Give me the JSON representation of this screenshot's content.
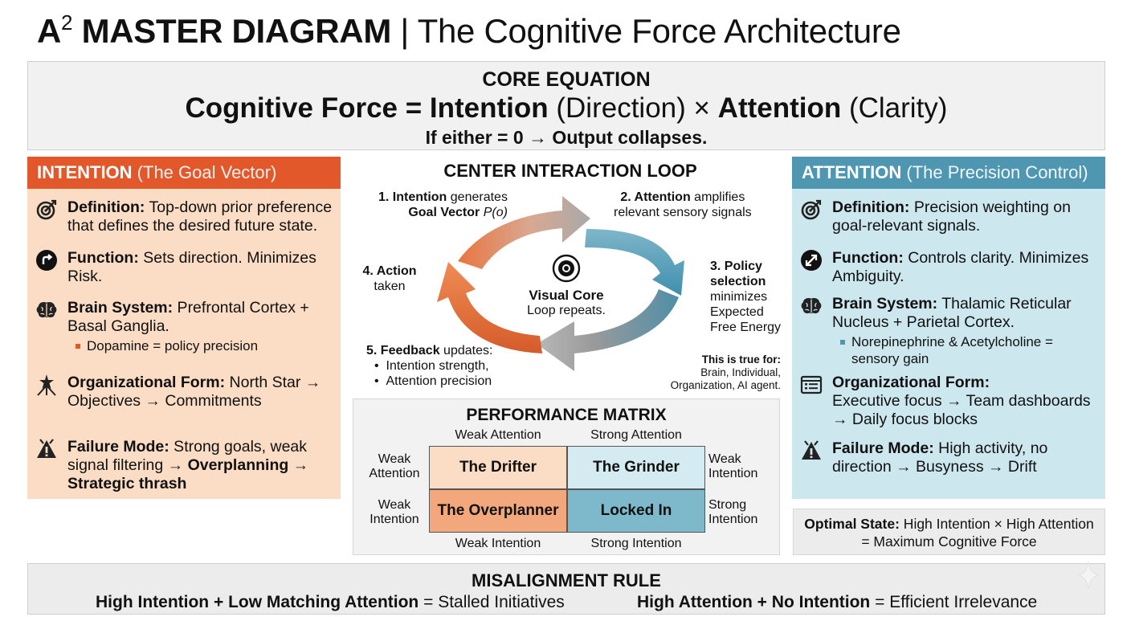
{
  "title": {
    "bold": "A",
    "sup": "2",
    "bold_rest": " MASTER DIAGRAM",
    "separator": " | ",
    "subtitle": "The Cognitive Force Architecture"
  },
  "core": {
    "heading": "CORE EQUATION",
    "eq_left": "Cognitive Force = ",
    "eq_term1": "Intention",
    "eq_term1_note": " (Direction) × ",
    "eq_term2": "Attention",
    "eq_term2_note": " (Clarity)",
    "collapse": "If either = 0 → Output collapses."
  },
  "intention": {
    "header_bold": "INTENTION",
    "header_lite": " (The Goal Vector)",
    "items": [
      {
        "icon": "target-icon",
        "label": "Definition:",
        "text": " Top-down prior preference that defines the desired future state."
      },
      {
        "icon": "direction-arrow-icon",
        "label": "Function:",
        "text": " Sets direction. Minimizes Risk."
      },
      {
        "icon": "brain-icon",
        "label": "Brain System:",
        "text": " Prefrontal Cortex + Basal Ganglia.",
        "bullet": "Dopamine = policy precision"
      },
      {
        "icon": "north-star-icon",
        "label": "Organizational Form:",
        "text": " North Star → Objectives → Commitments"
      },
      {
        "icon": "failure-warning-icon",
        "label": "Failure Mode:",
        "text": " Strong goals, weak signal filtering → ",
        "bold2": "Overplanning",
        "text2": " → ",
        "bold3": "Strategic thrash"
      }
    ]
  },
  "attention": {
    "header_bold": "ATTENTION",
    "header_lite": " (The Precision Control)",
    "items": [
      {
        "icon": "target-icon",
        "label": "Definition:",
        "text": " Precision weighting on goal-relevant signals."
      },
      {
        "icon": "focus-arrow-icon",
        "label": "Function:",
        "text": " Controls clarity. Minimizes Ambiguity."
      },
      {
        "icon": "brain-icon",
        "label": "Brain System:",
        "text": " Thalamic Reticular Nucleus + Parietal Cortex.",
        "bullet": "Norepinephrine & Acetylcholine = sensory gain"
      },
      {
        "icon": "dashboard-icon",
        "label": "Organizational Form:",
        "text": " Executive focus → Team dashboards → Daily focus blocks"
      },
      {
        "icon": "failure-warning-icon",
        "label": "Failure Mode:",
        "text": " High activity, no direction → Busyness → Drift"
      }
    ]
  },
  "loop": {
    "title": "CENTER INTERACTION LOOP",
    "step1_bold": "1. Intention",
    "step1_rest": " generates",
    "step1_line2_bold": "Goal Vector ",
    "step1_line2_math": "P(o)",
    "step2_bold": "2. Attention",
    "step2_rest": " amplifies",
    "step2_line2": "relevant sensory signals",
    "step3_bold1": "3. Policy",
    "step3_bold2": "selection",
    "step3_l3": "minimizes",
    "step3_l4": "Expected",
    "step3_l5": "Free Energy",
    "step4_bold": "4. Action",
    "step4_l2": "taken",
    "step5_bold": "5. Feedback",
    "step5_rest": " updates:",
    "step5_b1": "Intention strength,",
    "step5_b2": "Attention precision",
    "core_bold": "Visual Core",
    "core_sub": "Loop repeats.",
    "true_for_bold": "This is true for:",
    "true_for_l2": "Brain, Individual,",
    "true_for_l3": "Organization, AI agent."
  },
  "matrix": {
    "title": "PERFORMANCE MATRIX",
    "top_left": "Weak Attention",
    "top_right": "Strong Attention",
    "bottom_left": "Weak Intention",
    "bottom_right": "Strong Intention",
    "left_row1_l1": "Weak",
    "left_row1_l2": "Attention",
    "left_row2_l1": "Weak",
    "left_row2_l2": "Intention",
    "right_row1_l1": "Weak",
    "right_row1_l2": "Intention",
    "right_row2_l1": "Strong",
    "right_row2_l2": "Intention",
    "cells": [
      "The Drifter",
      "The Grinder",
      "The Overplanner",
      "Locked In"
    ],
    "colors": {
      "drifter": "#fbdcc5",
      "grinder": "#d3ebf1",
      "overplanner": "#f3a77c",
      "locked_in": "#7db8cb"
    }
  },
  "optimal": {
    "label": "Optimal State:",
    "line1_rest": " High Intention × High Attention",
    "line2": "= Maximum Cognitive Force"
  },
  "misalignment": {
    "heading": "MISALIGNMENT RULE",
    "rule1_bold": "High Intention + Low Matching Attention",
    "rule1_rest": " = Stalled Initiatives",
    "rule2_bold": "High Attention + No Intention",
    "rule2_rest": " = Efficient Irrelevance"
  },
  "colors": {
    "intention_accent": "#e3582a",
    "intention_bg": "#fbdcc5",
    "attention_accent": "#4f96b1",
    "attention_bg": "#cde7ee"
  }
}
